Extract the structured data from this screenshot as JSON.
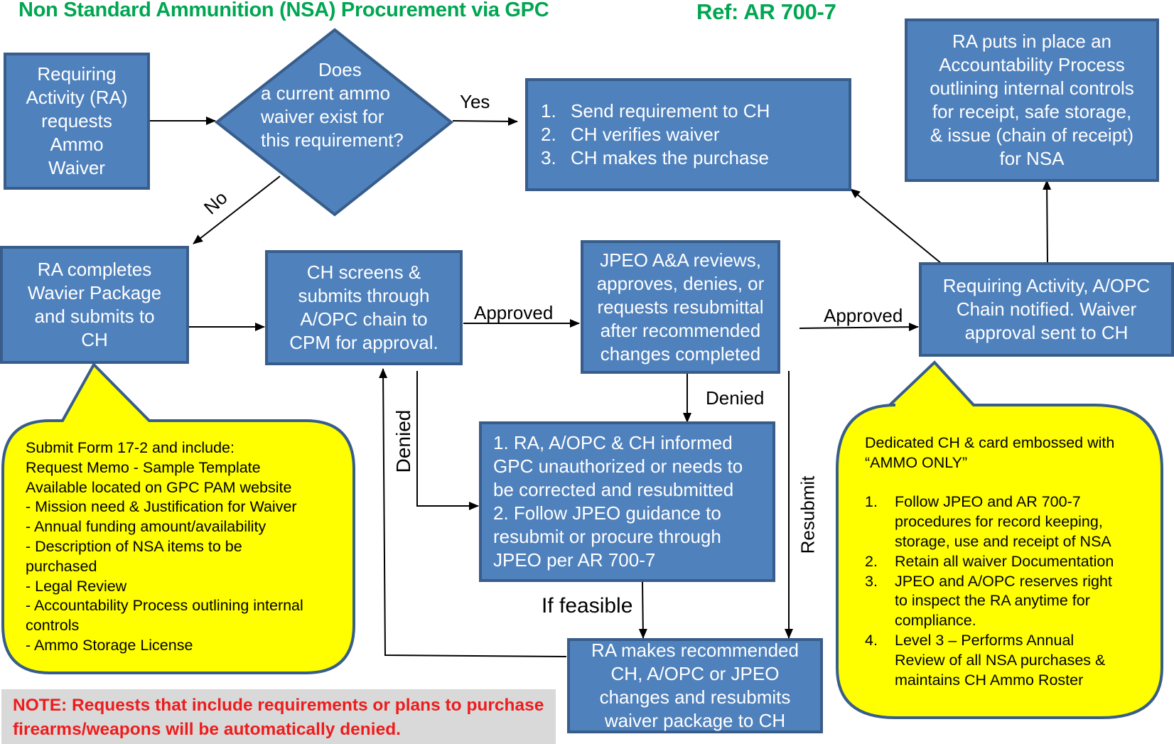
{
  "header": {
    "title": "Non Standard Ammunition (NSA) Procurement via GPC",
    "reference": "Ref:  AR 700-7"
  },
  "colors": {
    "box_fill": "#4f81bd",
    "box_border": "#385d8a",
    "callout_fill": "#ffff00",
    "title_green": "#00a651",
    "note_red": "#ee1c1c",
    "note_background": "#d9d9d9"
  },
  "nodes": {
    "ra_request": {
      "lines": [
        "Requiring",
        "Activity  (RA)",
        "requests",
        "Ammo",
        "Waiver"
      ]
    },
    "decision": {
      "lines": [
        "Does",
        "a current ammo",
        "waiver exist for",
        "this requirement?"
      ]
    },
    "yes_steps": {
      "items": [
        {
          "num": "1.",
          "text": "Send requirement to CH"
        },
        {
          "num": "2.",
          "text": "CH verifies waiver"
        },
        {
          "num": "3.",
          "text": "CH makes the purchase"
        }
      ]
    },
    "accountability": {
      "lines": [
        "RA puts in place an",
        "Accountability Process",
        "outlining internal controls",
        "for receipt, safe storage,",
        "& issue (chain of receipt)",
        "for NSA"
      ]
    },
    "ra_completes": {
      "lines": [
        "RA completes",
        "Wavier Package",
        "and submits to",
        "CH"
      ]
    },
    "ch_screens": {
      "lines": [
        "CH screens &",
        "submits through",
        "A/OPC chain to",
        "CPM for approval."
      ]
    },
    "jpeo_reviews": {
      "lines": [
        "JPEO A&A reviews,",
        "approves, denies, or",
        "requests resubmittal",
        "after recommended",
        "changes completed"
      ]
    },
    "notified": {
      "lines": [
        "Requiring Activity, A/OPC",
        "Chain notified.  Waiver",
        "approval sent to  CH"
      ]
    },
    "denied_info": {
      "lines": [
        "1.  RA, A/OPC & CH informed",
        "GPC unauthorized or needs to",
        "be  corrected and resubmitted",
        "2. Follow JPEO guidance to",
        "resubmit or procure through",
        "JPEO per  AR  700-7"
      ]
    },
    "ra_resubmits": {
      "lines": [
        "RA makes recommended",
        "CH, A/OPC or JPEO",
        "changes and resubmits",
        "waiver package to CH"
      ]
    }
  },
  "edge_labels": {
    "yes": "Yes",
    "no": "No",
    "approved_1": "Approved",
    "approved_2": "Approved",
    "denied_jpeo": "Denied",
    "denied_ch": "Denied",
    "resubmit": "Resubmit",
    "if_feasible": "If feasible"
  },
  "callouts": {
    "package_requirements": {
      "lines": [
        "Submit Form 17-2 and include:",
        "Request Memo - Sample Template",
        "Available located on GPC PAM website",
        "- Mission need & Justification for Waiver",
        "- Annual funding amount/availability",
        "- Description of NSA items to be",
        "purchased",
        "- Legal Review",
        "- Accountability Process outlining internal",
        "controls",
        "- Ammo Storage License"
      ]
    },
    "dedicated_ch": {
      "intro": [
        "Dedicated CH & card embossed with",
        "“AMMO ONLY”"
      ],
      "items": [
        {
          "num": "1.",
          "lines": [
            "Follow JPEO and AR 700-7",
            "procedures for record keeping,",
            "storage, use and receipt of NSA"
          ]
        },
        {
          "num": "2.",
          "lines": [
            "Retain all waiver Documentation"
          ]
        },
        {
          "num": "3.",
          "lines": [
            "JPEO and A/OPC reserves right",
            "to inspect the RA anytime for",
            "compliance."
          ]
        },
        {
          "num": "4.",
          "lines": [
            "Level 3 – Performs Annual",
            "Review of all NSA purchases &",
            "maintains CH Ammo Roster"
          ]
        }
      ]
    }
  },
  "note": {
    "lines": [
      "NOTE:  Requests that include requirements or plans to purchase",
      "firearms/weapons will be automatically denied."
    ]
  }
}
